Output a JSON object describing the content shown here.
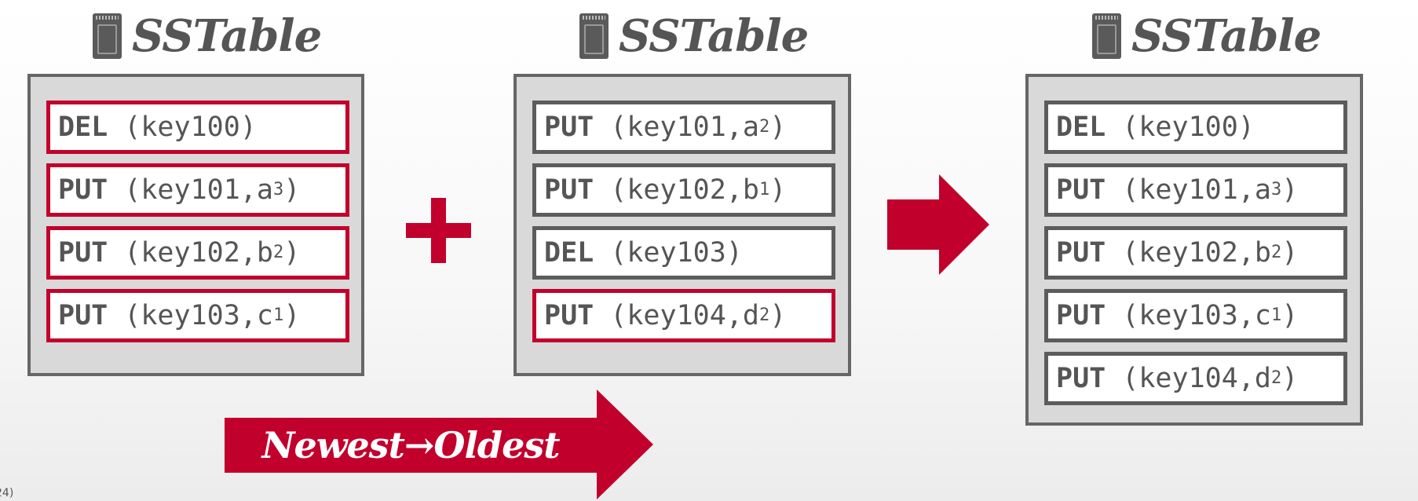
{
  "sstables": [
    {
      "title": "SSTable",
      "entries": [
        {
          "op": "DEL",
          "key": "key100",
          "val": "",
          "sub": "",
          "highlighted": true
        },
        {
          "op": "PUT",
          "key": "key101",
          "val": "a",
          "sub": "3",
          "highlighted": true
        },
        {
          "op": "PUT",
          "key": "key102",
          "val": "b",
          "sub": "2",
          "highlighted": true
        },
        {
          "op": "PUT",
          "key": "key103",
          "val": "c",
          "sub": "1",
          "highlighted": true
        }
      ]
    },
    {
      "title": "SSTable",
      "entries": [
        {
          "op": "PUT",
          "key": "key101",
          "val": "a",
          "sub": "2",
          "highlighted": false
        },
        {
          "op": "PUT",
          "key": "key102",
          "val": "b",
          "sub": "1",
          "highlighted": false
        },
        {
          "op": "DEL",
          "key": "key103",
          "val": "",
          "sub": "",
          "highlighted": false
        },
        {
          "op": "PUT",
          "key": "key104",
          "val": "d",
          "sub": "2",
          "highlighted": true
        }
      ]
    },
    {
      "title": "SSTable",
      "entries": [
        {
          "op": "DEL",
          "key": "key100",
          "val": "",
          "sub": "",
          "highlighted": false
        },
        {
          "op": "PUT",
          "key": "key101",
          "val": "a",
          "sub": "3",
          "highlighted": false
        },
        {
          "op": "PUT",
          "key": "key102",
          "val": "b",
          "sub": "2",
          "highlighted": false
        },
        {
          "op": "PUT",
          "key": "key103",
          "val": "c",
          "sub": "1",
          "highlighted": false
        },
        {
          "op": "PUT",
          "key": "key104",
          "val": "d",
          "sub": "2",
          "highlighted": false
        }
      ]
    }
  ],
  "order_label": "Newest→Oldest",
  "footnote": "24)",
  "colors": {
    "accent": "#c1002c",
    "box_border": "#666666",
    "box_fill": "#d9d9d9",
    "text": "#555555"
  },
  "icons": {
    "sstable": "ssd-drive-icon",
    "merge": "plus-icon",
    "result": "right-arrow-icon"
  }
}
